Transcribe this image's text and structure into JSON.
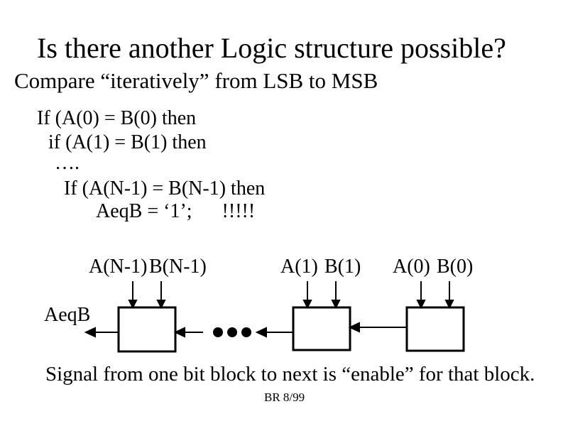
{
  "title": "Is there another Logic structure possible?",
  "subtitle": "Compare “iteratively” from LSB to MSB",
  "pseudocode": {
    "lines": [
      "If (A(0) = B(0) then",
      "if (A(1) = B(1) then",
      "….",
      "If (A(N-1) = B(N-1) then",
      "AeqB = ‘1’;      !!!!!"
    ]
  },
  "diagram": {
    "bit_inputs": [
      "A(N-1)",
      "B(N-1)",
      "A(1)",
      "B(1)",
      "A(0)",
      "B(0)"
    ],
    "output_label": "AeqB"
  },
  "footer": {
    "caption": "Signal from one bit block to next is “enable” for that block.",
    "credit": "BR 8/99"
  },
  "colors": {
    "background": "#ffffff",
    "ink": "#000000"
  }
}
